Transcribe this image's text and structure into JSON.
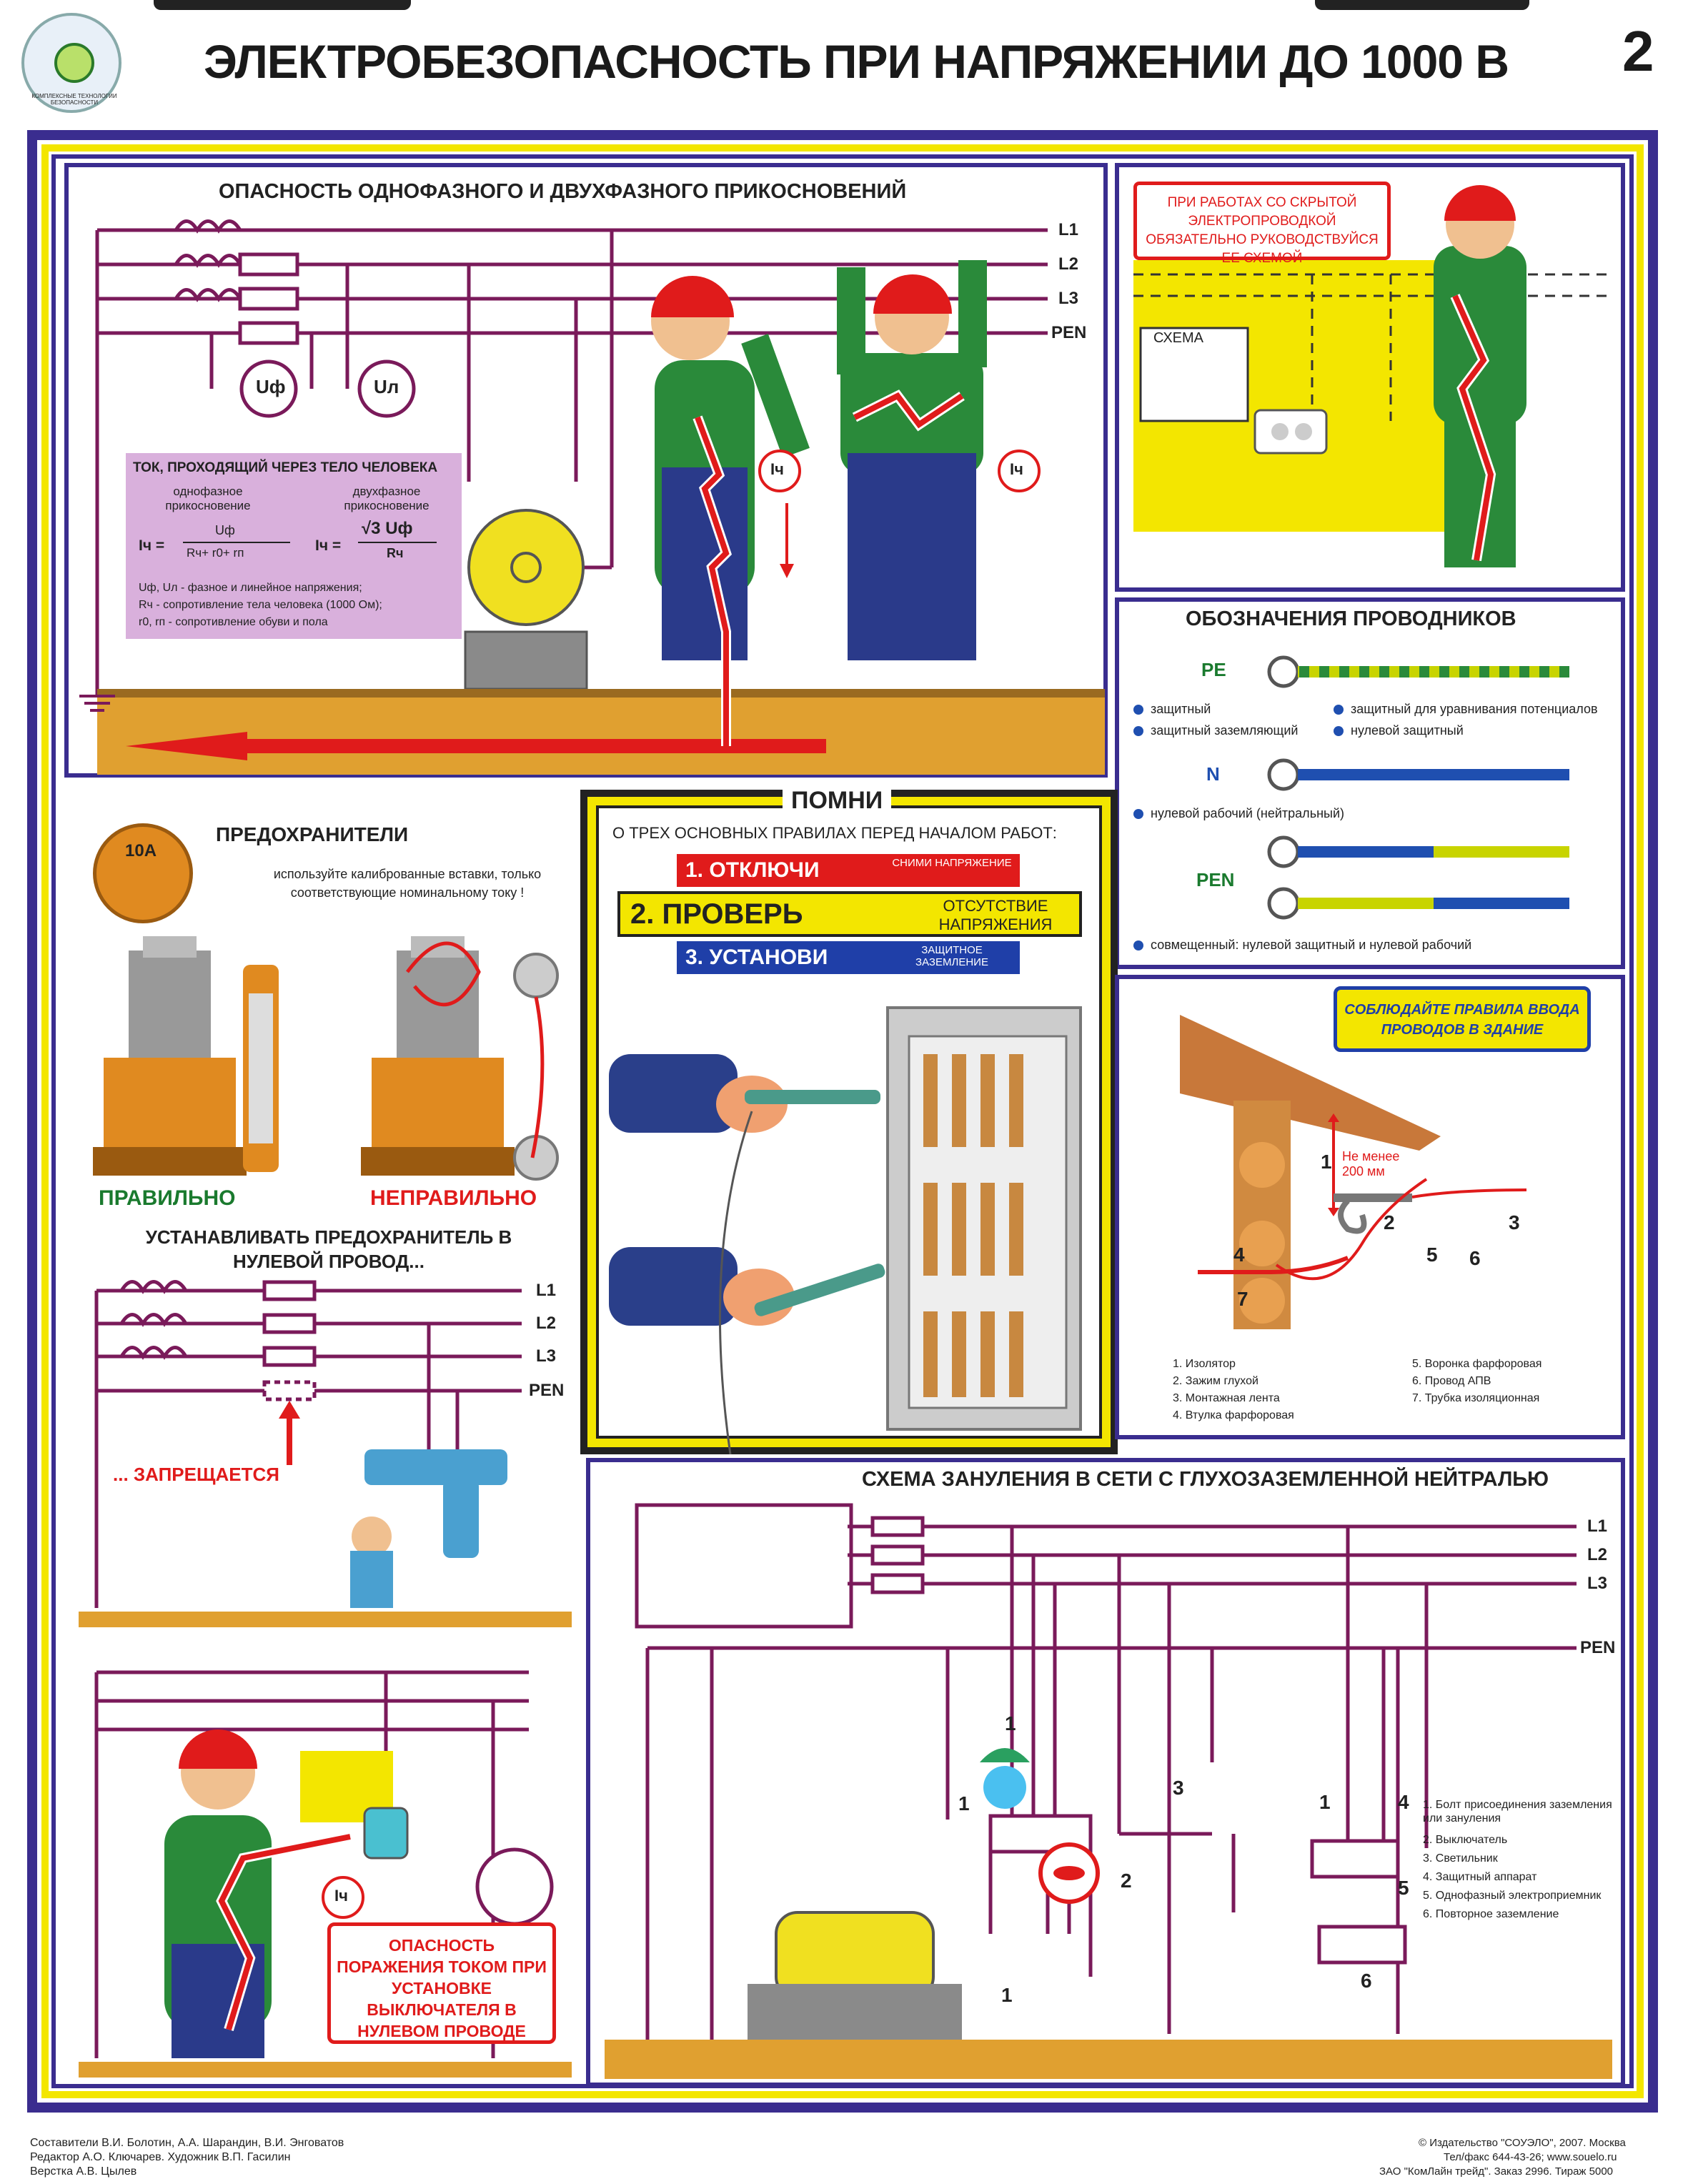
{
  "header": {
    "logo_text": "КОМПЛЕКСНЫЕ ТЕХНОЛОГИИ БЕЗОПАСНОСТИ",
    "title": "ЭЛЕКТРОБЕЗОПАСНОСТЬ ПРИ НАПРЯЖЕНИИ ДО 1000 В",
    "page_number": "2"
  },
  "panel_touch": {
    "title": "ОПАСНОСТЬ ОДНОФАЗНОГО И ДВУХФАЗНОГО ПРИКОСНОВЕНИЙ",
    "lines": [
      "L1",
      "L2",
      "L3",
      "PEN"
    ],
    "meter1": "Uф",
    "meter2": "Uл",
    "current_label": "Iч",
    "box_title": "ТОК, ПРОХОДЯЩИЙ ЧЕРЕЗ ТЕЛО ЧЕЛОВЕКА",
    "col1_head": "однофазное прикосновение",
    "col2_head": "двухфазное прикосновение",
    "formula1_left": "Iч =",
    "formula1_num": "Uф",
    "formula1_den": "Rч+ r0+ rп",
    "formula2_left": "Iч =",
    "formula2_num": "√3 Uф",
    "formula2_den": "Rч",
    "legend1": "Uф, Uл - фазное и линейное напряжения;",
    "legend2": "Rч - сопротивление тела человека (1000 Ом);",
    "legend3": "r0, rп - сопротивление обуви и пола"
  },
  "panel_hidden": {
    "warning": "ПРИ РАБОТАХ СО СКРЫТОЙ ЭЛЕКТРОПРОВОДКОЙ ОБЯЗАТЕЛЬНО РУКОВОДСТВУЙСЯ ЕЕ СХЕМОЙ",
    "scheme_label": "СХЕМА"
  },
  "conductors": {
    "title": "ОБОЗНАЧЕНИЯ ПРОВОДНИКОВ",
    "pe": "PE",
    "pe_items": [
      "защитный",
      "защитный заземляющий",
      "защитный для уравнивания потенциалов",
      "нулевой защитный"
    ],
    "n": "N",
    "n_item": "нулевой рабочий (нейтральный)",
    "pen": "PEN",
    "pen_item": "совмещенный: нулевой защитный и нулевой рабочий",
    "colors": {
      "green_yellow": "#c8d400",
      "blue": "#1f4fb0"
    }
  },
  "fuses": {
    "title": "ПРЕДОХРАНИТЕЛИ",
    "badge": "10А",
    "note": "используйте калиброванные вставки, только соответствующие номинальному току !",
    "correct": "ПРАВИЛЬНО",
    "wrong": "НЕПРАВИЛЬНО"
  },
  "remember": {
    "title": "ПОМНИ",
    "subtitle": "О ТРЕХ ОСНОВНЫХ ПРАВИЛАХ ПЕРЕД НАЧАЛОМ РАБОТ:",
    "rules": [
      {
        "label": "1. ОТКЛЮЧИ",
        "desc": "СНИМИ НАПРЯЖЕНИЕ",
        "color": "#e01b1b"
      },
      {
        "label": "2. ПРОВЕРЬ",
        "desc": "ОТСУТСТВИЕ НАПРЯЖЕНИЯ",
        "color": "#f3e600"
      },
      {
        "label": "3. УСТАНОВИ",
        "desc": "ЗАЩИТНОЕ ЗАЗЕМЛЕНИЕ",
        "color": "#1f3fa8"
      }
    ]
  },
  "entry": {
    "badge": "СОБЛЮДАЙТЕ ПРАВИЛА ВВОДА ПРОВОДОВ В ЗДАНИЕ",
    "distance": "Не менее 200 мм",
    "numbers": [
      "1",
      "2",
      "3",
      "4",
      "5",
      "6",
      "7"
    ],
    "legend_left": [
      "1. Изолятор",
      "2. Зажим глухой",
      "3. Монтажная лента",
      "4. Втулка фарфоровая"
    ],
    "legend_right": [
      "5. Воронка фарфоровая",
      "6. Провод АПВ",
      "7. Трубка изоляционная"
    ]
  },
  "neutral_fuse": {
    "title": "УСТАНАВЛИВАТЬ ПРЕДОХРАНИТЕЛЬ В НУЛЕВОЙ ПРОВОД...",
    "lines": [
      "L1",
      "L2",
      "L3",
      "PEN"
    ],
    "forbidden": "... ЗАПРЕЩАЕТСЯ"
  },
  "switch_danger": {
    "current_label": "Iч",
    "text": "ОПАСНОСТЬ ПОРАЖЕНИЯ ТОКОМ ПРИ УСТАНОВКЕ ВЫКЛЮЧАТЕЛЯ В НУЛЕВОМ ПРОВОДЕ"
  },
  "zeroing": {
    "title": "СХЕМА ЗАНУЛЕНИЯ В СЕТИ С ГЛУХОЗАЗЕМЛЕННОЙ НЕЙТРАЛЬЮ",
    "lines": [
      "L1",
      "L2",
      "L3",
      "PEN"
    ],
    "legend": [
      "1. Болт присоединения заземления или зануления",
      "2. Выключатель",
      "3. Светильник",
      "4. Защитный аппарат",
      "5. Однофазный электроприемник",
      "6. Повторное заземление"
    ],
    "markers": [
      "1",
      "1",
      "1",
      "1",
      "2",
      "3",
      "4",
      "5",
      "6"
    ]
  },
  "footer": {
    "left1": "Составители В.И. Болотин, А.А. Шарандин, В.И. Энговатов",
    "left2": "Редактор А.О. Ключарев. Художник В.П. Гасилин",
    "left3": "Верстка А.В. Цылев",
    "right1": "© Издательство \"СОУЭЛО\", 2007. Москва",
    "right2": "Тел/факс 644-43-26; www.souelo.ru",
    "right3": "ЗАО \"КомЛайн трейд\". Заказ 2996. Тираж 5000"
  }
}
